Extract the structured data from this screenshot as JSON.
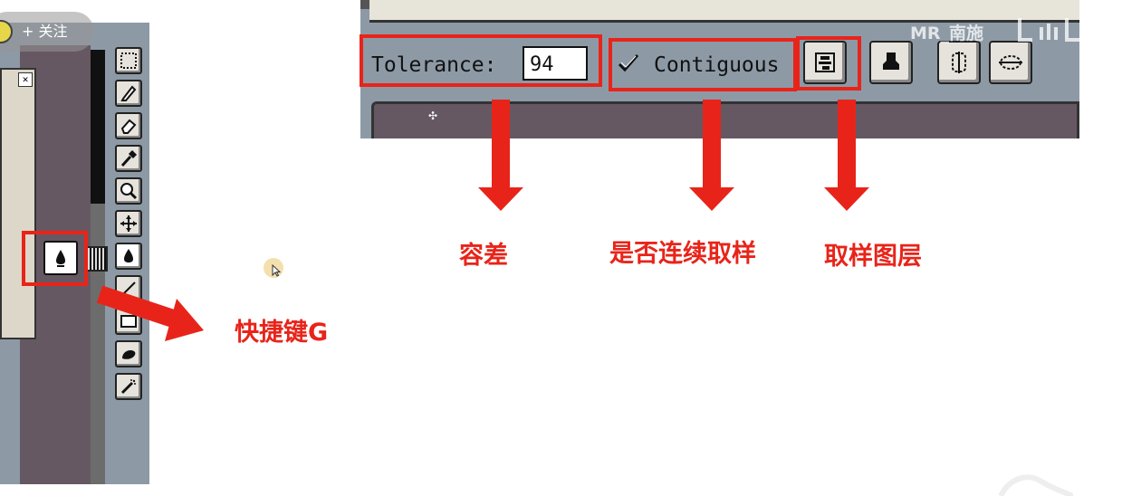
{
  "follow": {
    "label": "+ 关注"
  },
  "tool_options": {
    "tolerance_label": "Tolerance:",
    "tolerance_value": "94",
    "contiguous_label": "Contiguous",
    "contiguous_checked": true,
    "buttons": [
      "sample-merged",
      "stamp",
      "mode-a",
      "mode-b"
    ]
  },
  "left_window": {
    "close_glyph": "✕"
  },
  "tools": [
    "marquee-icon",
    "pencil-icon",
    "eraser-icon",
    "eyedropper-icon",
    "zoom-icon",
    "move-icon",
    "paint-bucket-icon",
    "line-icon",
    "rectangle-icon",
    "ellipse-icon",
    "airbrush-icon"
  ],
  "annotations": {
    "tolerance": "容差",
    "contiguous": "是否连续取样",
    "sample_layer": "取样图层",
    "shortcut": "快捷键G"
  },
  "watermark": {
    "text": "MR_南施"
  },
  "colors": {
    "accent": "#e8241a",
    "panel": "#8d9aa6",
    "canvas": "#665862"
  }
}
